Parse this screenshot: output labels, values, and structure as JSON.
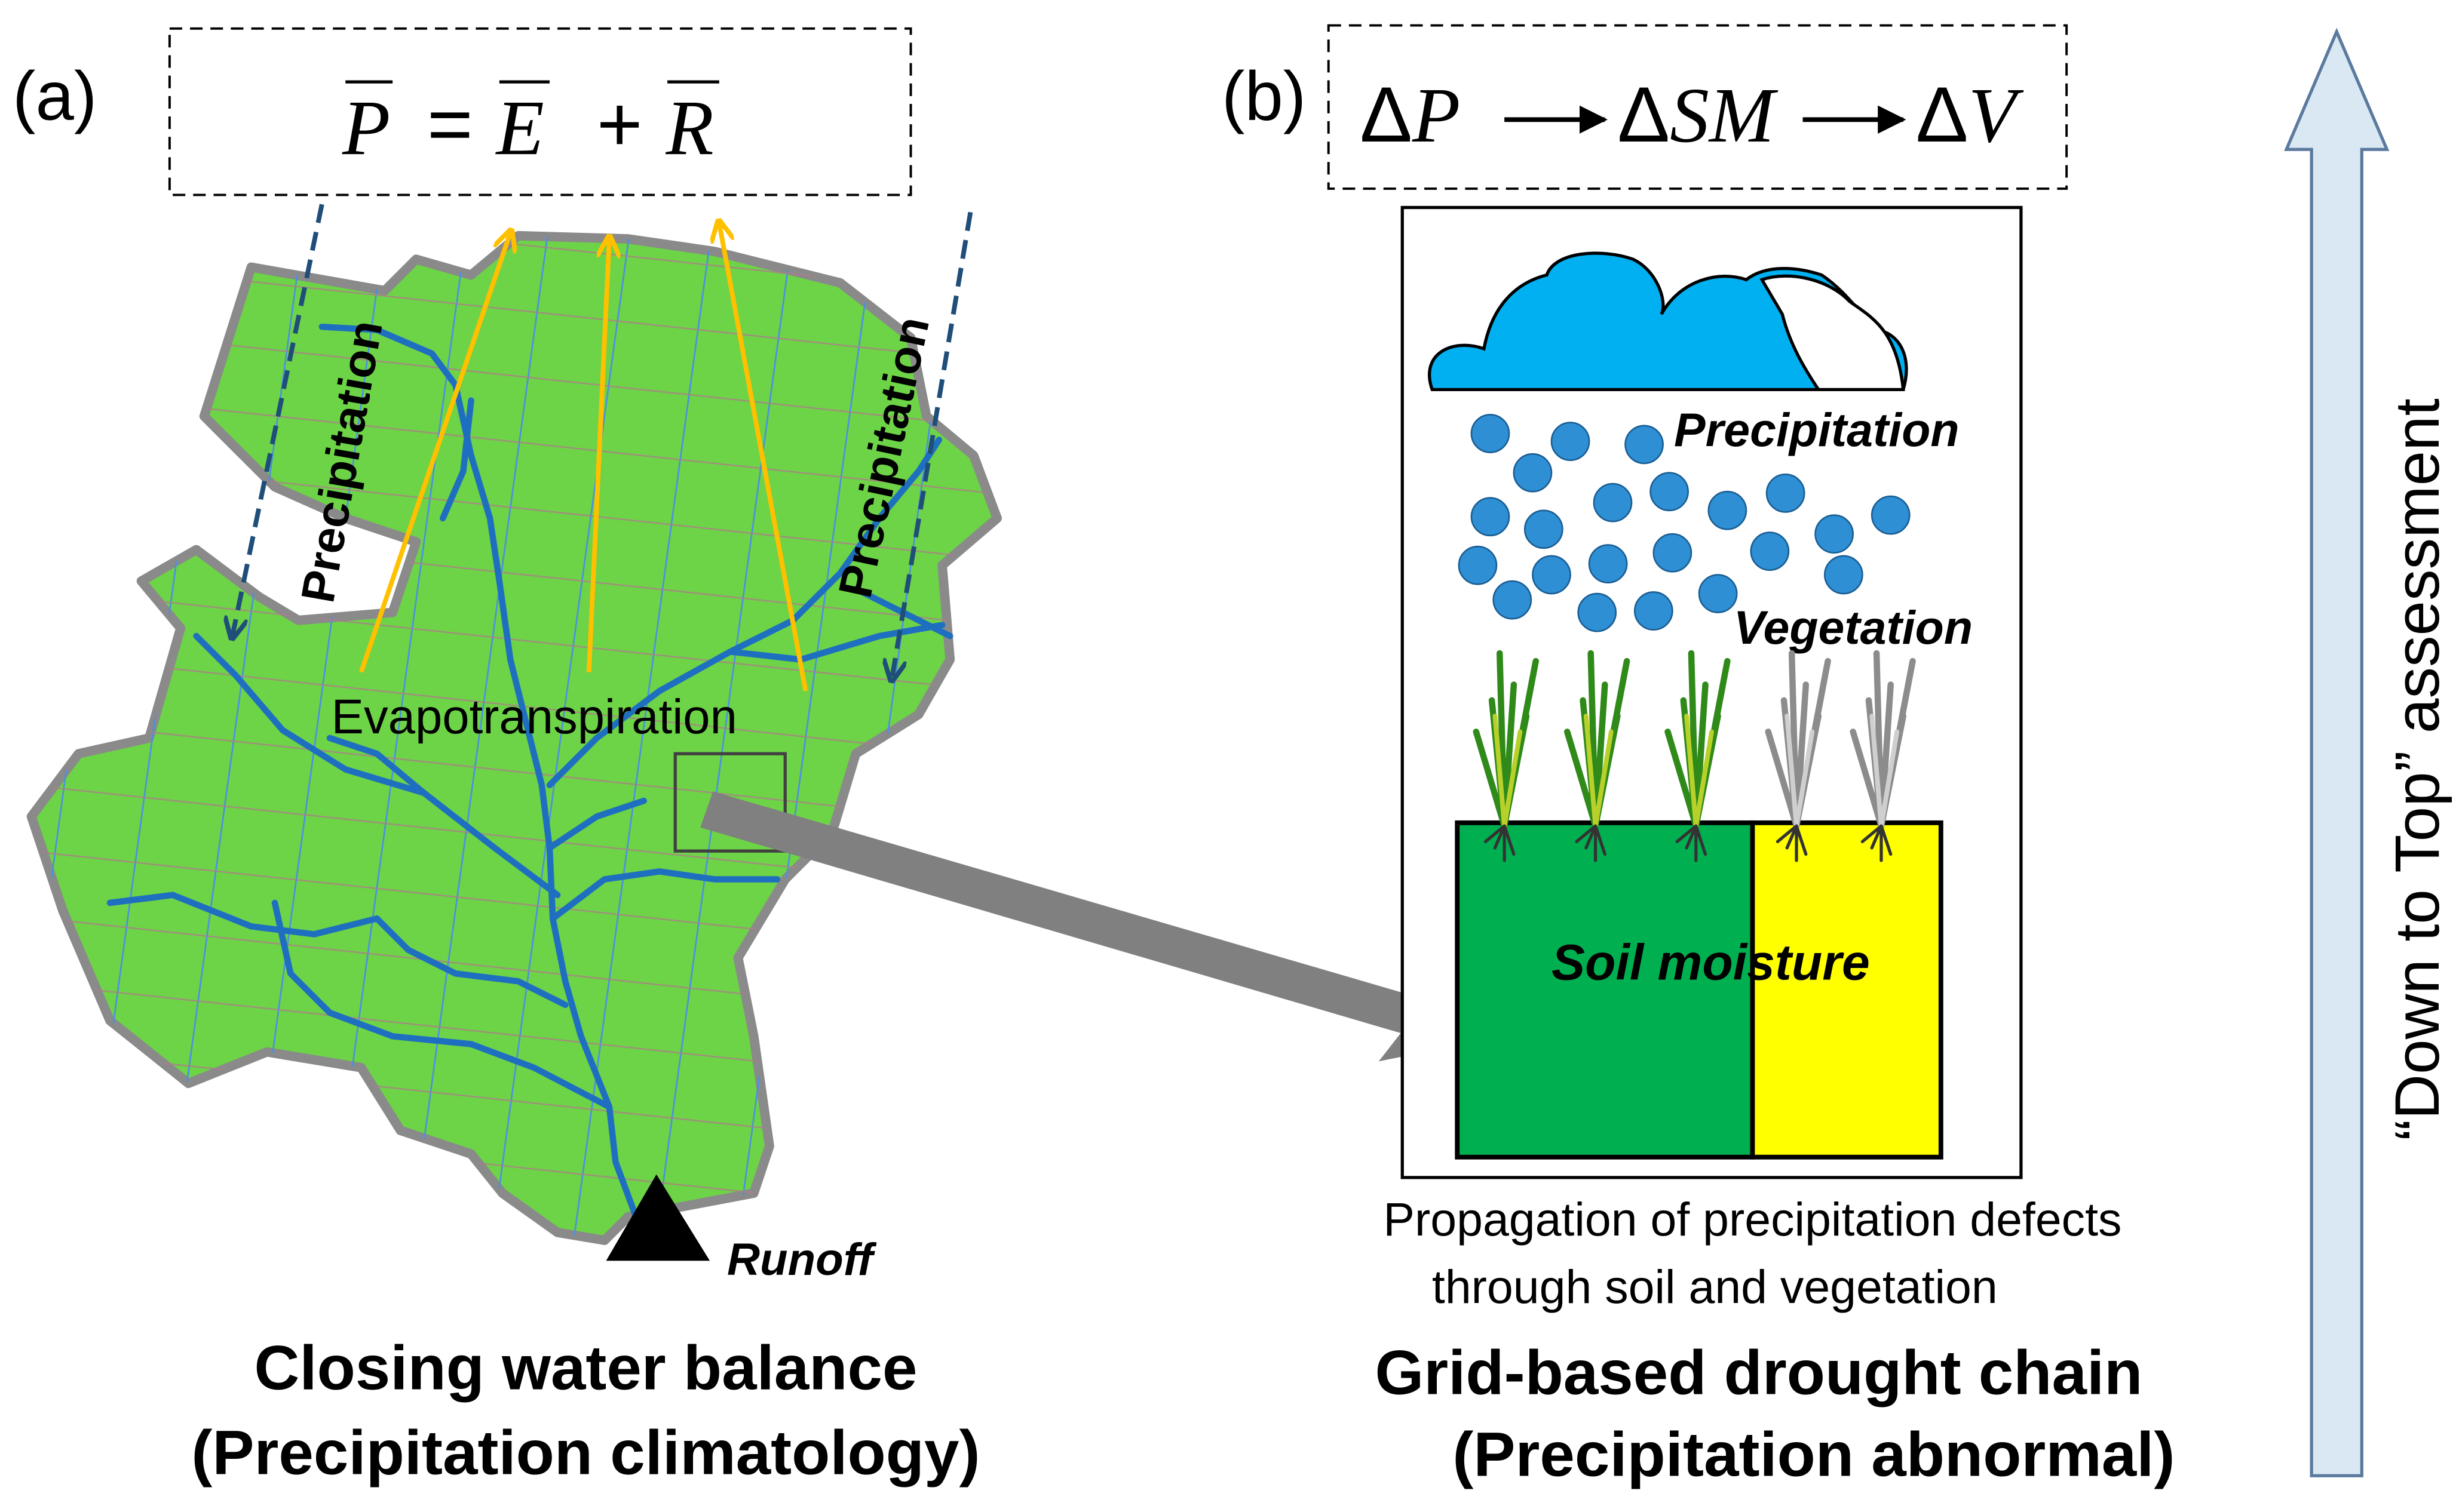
{
  "panel_a": {
    "label": "(a)",
    "equation": {
      "lhs": "P",
      "equals": "=",
      "t1": "E",
      "plus": "+",
      "t2": "R"
    },
    "precip_left": "Precipitation",
    "precip_right": "Precipitation",
    "evapotranspiration": "Evapotranspiration",
    "runoff": "Runoff",
    "caption_line1": "Closing water balance",
    "caption_line2": "(Precipitation climatology)"
  },
  "panel_b": {
    "label": "(b)",
    "chain": {
      "delta": "Δ",
      "t1": "P",
      "t2": "SM",
      "t3": "V"
    },
    "precipitation": "Precipitation",
    "vegetation": "Vegetation",
    "soil_moisture": "Soil moisture",
    "desc_line1": "Propagation of precipitation defects",
    "desc_line2": "through soil and vegetation",
    "caption_line1": "Grid-based drought chain",
    "caption_line2": "(Precipitation abnormal)"
  },
  "assessment": "“Down to Top” assessment",
  "colors": {
    "catchment": "#6dd347",
    "catchment_border": "#8a8a8a",
    "river": "#1f6fc0",
    "grid": "#4a90e2",
    "evap_arrow": "#ffc000",
    "precip_arrow": "#1f4e79",
    "cloud": "#00b0f0",
    "raindrop": "#2e8fd4",
    "soil_wet": "#00b050",
    "soil_dry": "#ffff00",
    "assessment_arrow": "#dae8f4",
    "assessment_border": "#5b7a9e"
  }
}
